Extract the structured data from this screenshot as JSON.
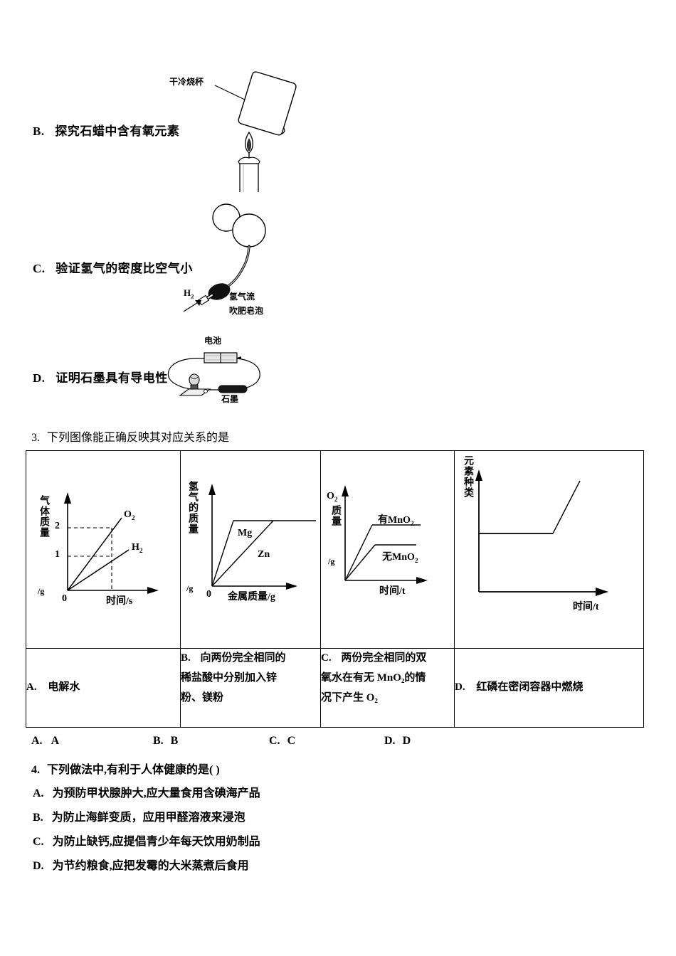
{
  "document": {
    "type": "chemistry-exam-worksheet",
    "language": "zh-CN"
  },
  "question2_options": [
    {
      "letter": "B.",
      "text": "探究石蜡中含有氧元素",
      "figure": {
        "name": "dry-cold-beaker-over-candle",
        "labels": [
          "干冷烧杯"
        ]
      }
    },
    {
      "letter": "C.",
      "text": "验证氢气的密度比空气小",
      "figure": {
        "name": "hydrogen-soap-bubble-apparatus",
        "labels": [
          "H₂",
          "氢气流",
          "吹肥皂泡"
        ]
      }
    },
    {
      "letter": "D.",
      "text": "证明石墨具有导电性",
      "figure": {
        "name": "graphite-conductivity-circuit",
        "labels": [
          "电池",
          "石墨"
        ]
      }
    }
  ],
  "question3": {
    "number": "3.",
    "stem": "下列图像能正确反映其对应关系的是",
    "captions": [
      {
        "letter": "A.",
        "text": "电解水"
      },
      {
        "letter": "B.",
        "text": "向两份完全相同的稀盐酸中分别加入锌粉、镁粉",
        "lines": [
          "向两份完全相同的",
          "稀盐酸中分别加入锌",
          "粉、镁粉"
        ]
      },
      {
        "letter": "C.",
        "text": "两份完全相同的双氧水在有无 MnO₂ 的情况下产生 O₂",
        "lines": [
          "两份完全相同的双",
          "氧水在有无 MnO₂的情",
          "况下产生 O₂"
        ]
      },
      {
        "letter": "D.",
        "text": "红磷在密闭容器中燃烧"
      }
    ],
    "answers": [
      {
        "letter": "A.",
        "value": "A"
      },
      {
        "letter": "B.",
        "value": "B"
      },
      {
        "letter": "C.",
        "value": "C"
      },
      {
        "letter": "D.",
        "value": "D"
      }
    ]
  },
  "chart_data": [
    {
      "type": "line",
      "panel": "A",
      "title": "电解水",
      "xlabel": "时间/s",
      "ylabel": "气体质量/g",
      "yticks": [
        "1",
        "2"
      ],
      "origin_label": "0",
      "grid": "dashed-guides",
      "series": [
        {
          "name": "O₂",
          "slope": "steep",
          "value_at_marker": 2
        },
        {
          "name": "H₂",
          "slope": "shallow",
          "value_at_marker": 1
        }
      ],
      "note": "两条过原点直线，O2 在标记时刻为 2，H2 为 1"
    },
    {
      "type": "line",
      "panel": "B",
      "title": "向两份完全相同的稀盐酸中分别加入锌粉、镁粉",
      "xlabel": "金属质量/g",
      "ylabel": "氢气的质量/g",
      "origin_label": "0",
      "series": [
        {
          "name": "Mg",
          "slope": "steep",
          "plateau": true
        },
        {
          "name": "Zn",
          "slope": "shallow",
          "plateau": true
        }
      ],
      "note": "两条直线上升后到达同一水平平台"
    },
    {
      "type": "line",
      "panel": "C",
      "title": "两份完全相同的双氧水在有无 MnO₂ 的情况下产生 O₂",
      "xlabel": "时间/t",
      "ylabel": "O₂质量/g",
      "series": [
        {
          "name": "有MnO₂",
          "slope": "steep",
          "plateau_level": "high"
        },
        {
          "name": "无MnO₂",
          "slope": "shallow",
          "plateau_level": "low"
        }
      ],
      "note": "有MnO2 上升快且平台高于 无MnO2（该图像不正确）"
    },
    {
      "type": "line",
      "panel": "D",
      "title": "红磷在密闭容器中燃烧",
      "xlabel": "时间/t",
      "ylabel": "元素种类",
      "series": [
        {
          "name": "元素种类",
          "shape": "flat-then-rising"
        }
      ],
      "note": "先水平后上升"
    }
  ],
  "question4": {
    "number": "4.",
    "stem": "下列做法中,有利于人体健康的是( )",
    "options": [
      {
        "letter": "A.",
        "text": "为预防甲状腺肿大,应大量食用含碘海产品"
      },
      {
        "letter": "B.",
        "text": "为防止海鲜变质，应用甲醛溶液来浸泡"
      },
      {
        "letter": "C.",
        "text": "为防止缺钙,应提倡青少年每天饮用奶制品"
      },
      {
        "letter": "D.",
        "text": "为节约粮食,应把发霉的大米蒸煮后食用"
      }
    ]
  }
}
